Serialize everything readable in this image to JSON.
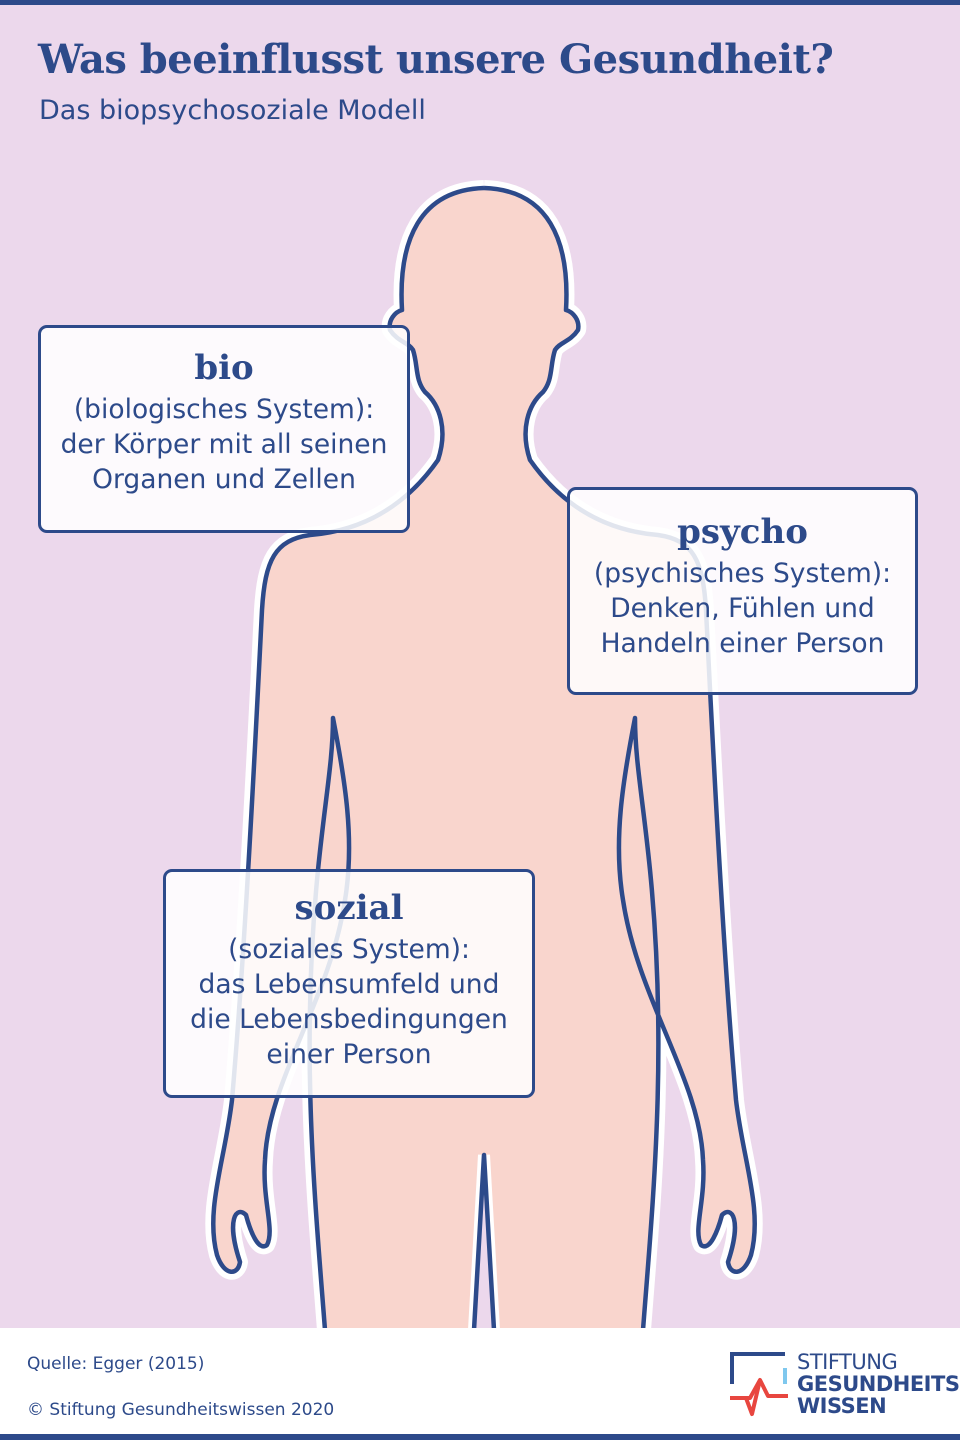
{
  "header": {
    "title": "Was beeinflusst unsere Gesundheit?",
    "subtitle": "Das biopsychosoziale Modell"
  },
  "boxes": {
    "bio": {
      "heading": "bio",
      "lines": [
        "(biologisches System):",
        "der Körper mit all seinen",
        "Organen und Zellen"
      ]
    },
    "psycho": {
      "heading": "psycho",
      "lines": [
        "(psychisches System):",
        "Denken, Fühlen und",
        "Handeln einer Person"
      ]
    },
    "sozial": {
      "heading": "sozial",
      "lines": [
        "(soziales System):",
        "das Lebensumfeld und",
        "die Lebensbedingungen",
        "einer Person"
      ]
    }
  },
  "footer": {
    "source": "Quelle: Egger (2015)",
    "copyright": "© Stiftung Gesundheitswissen 2020"
  },
  "logo": {
    "line1": "STIFTUNG",
    "line2": "GESUNDHEITS",
    "line3": "WISSEN"
  },
  "colors": {
    "background": "#ecd8ec",
    "body": "#f9d5cd",
    "accent": "#2d4a8a",
    "logo_red": "#e8463f",
    "logo_light": "#7fc8ee"
  }
}
